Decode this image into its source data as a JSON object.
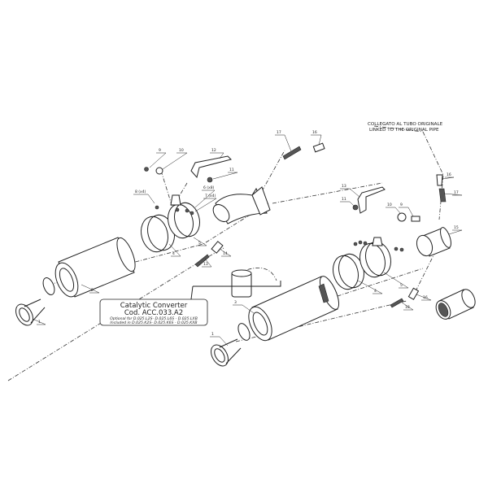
{
  "note": {
    "line1": "COLLEGATO AL TUBO ORIGINALE",
    "line2": "LINKED TO THE ORIGINAL PIPE"
  },
  "catalytic_box": {
    "title": "Catalytic Converter",
    "code": "Cod. ACC.033.A2",
    "optional": "Optional for D.025.L2S- D.025.L6S - D.025.LXB",
    "included": "Included in D.025.K2S- D.025.K6S - D.025.KXB"
  },
  "left_labels": [
    "9",
    "10",
    "12",
    "11",
    "8 (x4)",
    "6 (x8)",
    "7 (x4)",
    "5",
    "4",
    "13",
    "14",
    "17",
    "16",
    "2",
    "1"
  ],
  "right_labels": [
    "13",
    "11",
    "10",
    "9",
    "16",
    "17",
    "15",
    "5",
    "4",
    "3",
    "16",
    "18",
    "1"
  ]
}
